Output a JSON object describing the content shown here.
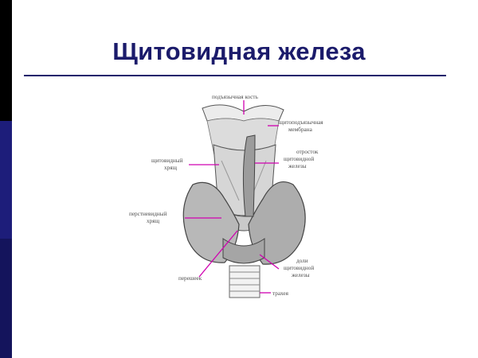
{
  "slide": {
    "title": "Щитовидная железа",
    "accent_color": "#1b1b6b",
    "leader_color": "#d000b0"
  },
  "figure": {
    "labels": {
      "hyoid": "подъязычная кость",
      "thyrohyoid_1": "щитоподъязычная",
      "thyrohyoid_2": "мембрана",
      "pyramidal_1": "отросток",
      "pyramidal_2": "щитовидной",
      "pyramidal_3": "железы",
      "thyroid_cartilage_1": "щитовидный",
      "thyroid_cartilage_2": "хрящ",
      "cricoid_1": "перстневидный",
      "cricoid_2": "хрящ",
      "isthmus": "перешеек",
      "lobes_1": "доли",
      "lobes_2": "щитовидной",
      "lobes_3": "железы",
      "trachea": "трахея"
    }
  }
}
